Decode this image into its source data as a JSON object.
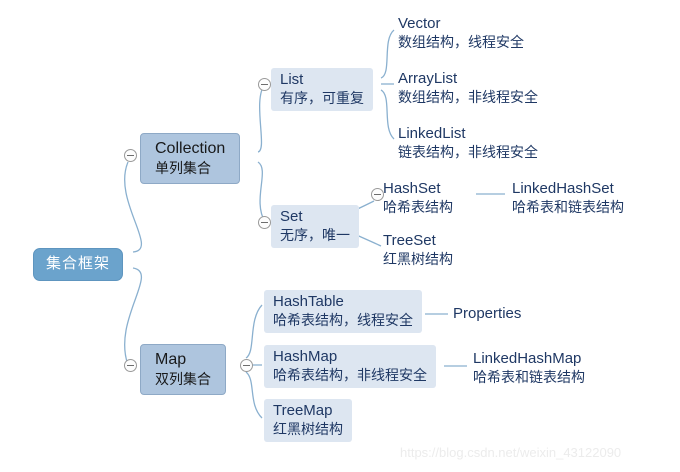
{
  "diagram": {
    "type": "mind-map",
    "title": "集合框架",
    "link_color": "#8ab0cf",
    "root_fill": "#6ba3cc",
    "level1_fill": "#aec5de",
    "level2_fill": "#dde6f1",
    "text_color": "#1f3864"
  },
  "root": {
    "label": "集合框架"
  },
  "collection": {
    "title": "Collection",
    "subtitle": "单列集合"
  },
  "list": {
    "title": "List",
    "subtitle": "有序，可重复"
  },
  "vector": {
    "title": "Vector",
    "subtitle": "数组结构，线程安全"
  },
  "arraylist": {
    "title": "ArrayList",
    "subtitle": "数组结构，非线程安全"
  },
  "linkedlist": {
    "title": "LinkedList",
    "subtitle": "链表结构，非线程安全"
  },
  "set": {
    "title": "Set",
    "subtitle": "无序，唯一"
  },
  "hashset": {
    "title": "HashSet",
    "subtitle": "哈希表结构"
  },
  "linkedhashset": {
    "title": "LinkedHashSet",
    "subtitle": "哈希表和链表结构"
  },
  "treeset": {
    "title": "TreeSet",
    "subtitle": "红黑树结构"
  },
  "map": {
    "title": "Map",
    "subtitle": "双列集合"
  },
  "hashtable": {
    "title": "HashTable",
    "subtitle": "哈希表结构，线程安全"
  },
  "properties": {
    "title": "Properties"
  },
  "hashmap": {
    "title": "HashMap",
    "subtitle": "哈希表结构，非线程安全"
  },
  "linkedhashmap": {
    "title": "LinkedHashMap",
    "subtitle": "哈希表和链表结构"
  },
  "treemap": {
    "title": "TreeMap",
    "subtitle": "红黑树结构"
  },
  "watermark": {
    "text": "https://blog.csdn.net/weixin_43122090"
  }
}
